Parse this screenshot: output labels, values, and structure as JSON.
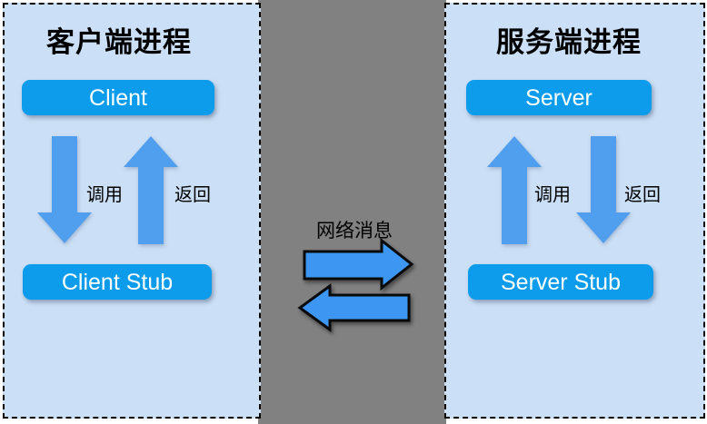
{
  "colors": {
    "panel_bg": "#cbdff6",
    "channel_bg": "#818181",
    "node_bg": "#0c9ceb",
    "flow_arrow": "#4f9fee",
    "message_arrow": "#3e96f3",
    "message_arrow_outline": "#0a0a0a"
  },
  "client_panel": {
    "title": "客户端进程",
    "node": "Client",
    "stub": "Client Stub",
    "call_label": "调用",
    "return_label": "返回"
  },
  "network": {
    "label": "网络消息"
  },
  "server_panel": {
    "title": "服务端进程",
    "node": "Server",
    "stub": "Server Stub",
    "call_label": "调用",
    "return_label": "返回"
  }
}
